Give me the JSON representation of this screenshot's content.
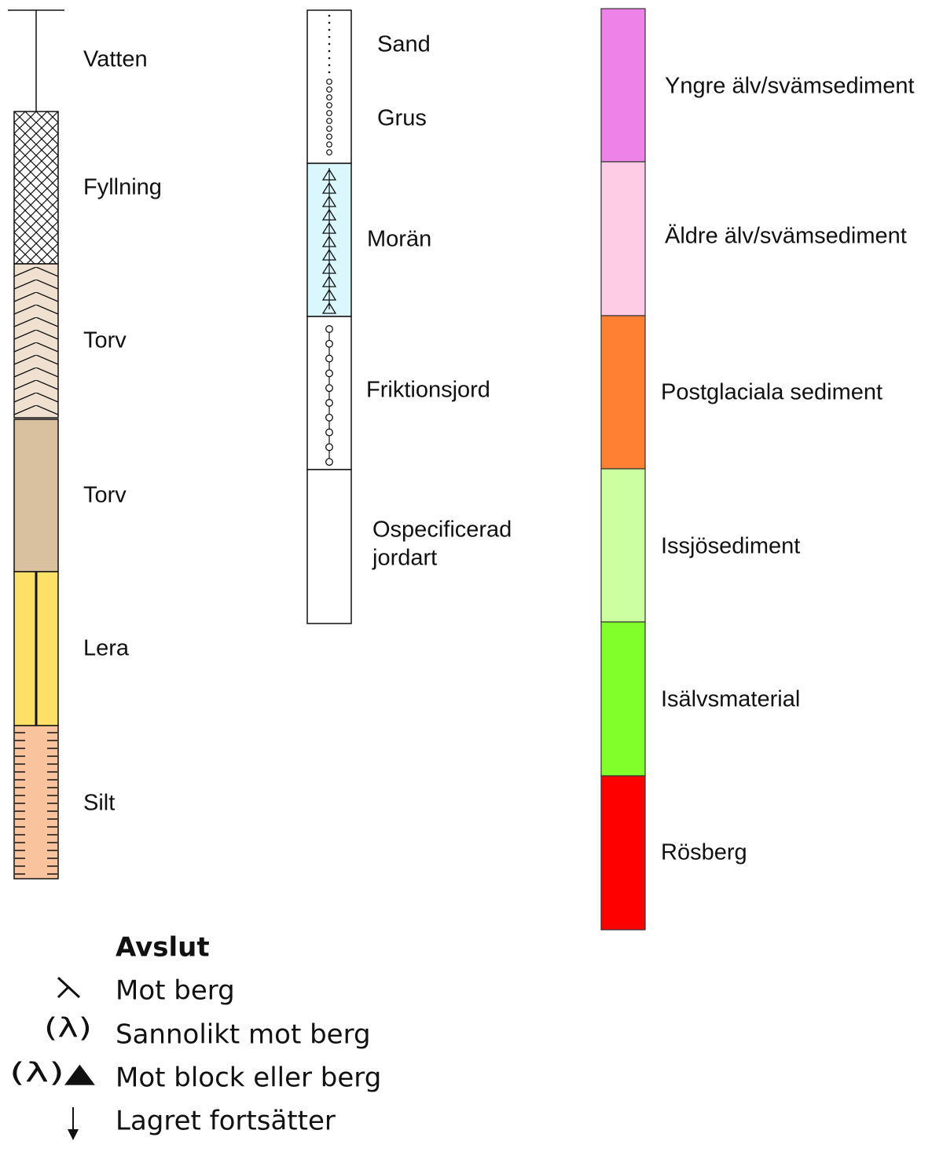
{
  "column_left": {
    "water": "Vatten",
    "layers": [
      {
        "label": "Fyllning",
        "color": "#ffffff",
        "pattern": "crosshatch"
      },
      {
        "label": "Torv",
        "color": "#efe0d0",
        "pattern": "zigzag"
      },
      {
        "label": "Torv",
        "color": "#d9c09f",
        "pattern": "none"
      },
      {
        "label": "Lera",
        "color": "#ffe066",
        "pattern": "center-line"
      },
      {
        "label": "Silt",
        "color": "#f9c39d",
        "pattern": "side-ticks"
      }
    ]
  },
  "column_middle": {
    "layers": [
      {
        "label_1": "Sand",
        "label_2": "Grus",
        "color": "#ffffff"
      },
      {
        "label": "Morän",
        "color": "#daf7fe"
      },
      {
        "label": "Friktionsjord",
        "color": "#ffffff"
      },
      {
        "label_1": "Ospecificerad",
        "label_2": "jordart",
        "color": "#ffffff"
      }
    ]
  },
  "column_right": {
    "layers": [
      {
        "label": "Yngre älv/svämsediment",
        "color": "#ee82e8"
      },
      {
        "label": "Äldre älv/svämsediment",
        "color": "#ffcce6"
      },
      {
        "label": "Postglaciala sediment",
        "color": "#ff8033"
      },
      {
        "label": "Issjösediment",
        "color": "#ccffa0"
      },
      {
        "label": "Isälvsmaterial",
        "color": "#80ff2a"
      },
      {
        "label": "Rösberg",
        "color": "#ff0000"
      }
    ]
  },
  "termination": {
    "title": "Avslut",
    "items": [
      {
        "symbol": "λ",
        "label": "Mot berg"
      },
      {
        "symbol": "(λ)",
        "label": "Sannolikt mot berg"
      },
      {
        "symbol": "(λ)▲",
        "label": "Mot block eller berg"
      },
      {
        "symbol": "↓",
        "label": "Lagret fortsätter"
      }
    ]
  }
}
